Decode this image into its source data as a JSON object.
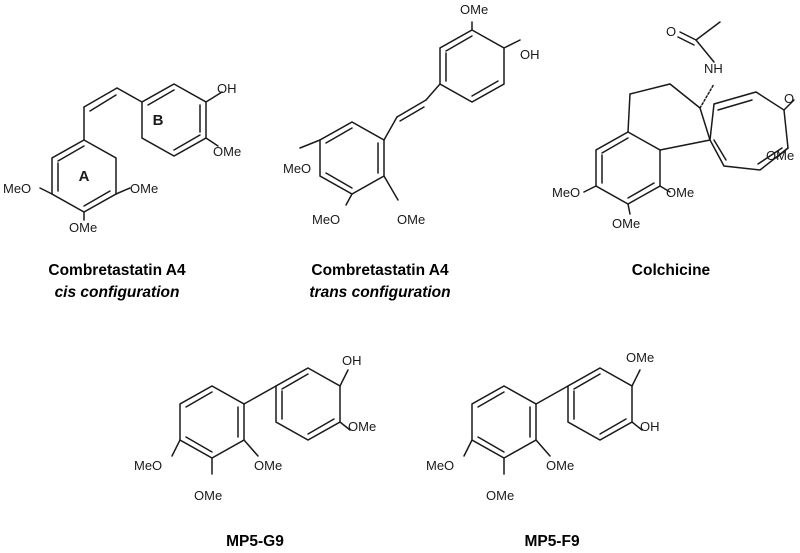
{
  "molecules": {
    "ca4_cis": {
      "name": "Combretastatin A4",
      "config": "cis configuration",
      "ring_a": "A",
      "ring_b": "B",
      "sub_oh": "OH",
      "sub_ome_b": "OMe",
      "sub_meo_left": "MeO",
      "sub_ome_right": "OMe",
      "sub_ome_bottom": "OMe"
    },
    "ca4_trans": {
      "name": "Combretastatin A4",
      "config": "trans configuration",
      "sub_ome_top": "OMe",
      "sub_oh": "OH",
      "sub_meo_left": "MeO",
      "sub_meo_bottom": "MeO",
      "sub_ome_bottom": "OMe"
    },
    "colchicine": {
      "name": "Colchicine",
      "sub_o_carbonyl": "O",
      "sub_nh": "NH",
      "sub_o_ketone": "O",
      "sub_ome_right": "OMe",
      "sub_meo_left": "MeO",
      "sub_ome_mid": "OMe",
      "sub_ome_bottom": "OMe"
    },
    "mp5_g9": {
      "name": "MP5-G9",
      "sub_oh": "OH",
      "sub_ome_right": "OMe",
      "sub_meo_left": "MeO",
      "sub_ome_mid": "OMe",
      "sub_ome_bottom": "OMe"
    },
    "mp5_f9": {
      "name": "MP5-F9",
      "sub_ome_top": "OMe",
      "sub_oh": "OH",
      "sub_meo_left": "MeO",
      "sub_ome_mid": "OMe",
      "sub_ome_bottom": "OMe"
    }
  },
  "colors": {
    "ink": "#1a1a1a",
    "background": "#ffffff"
  }
}
